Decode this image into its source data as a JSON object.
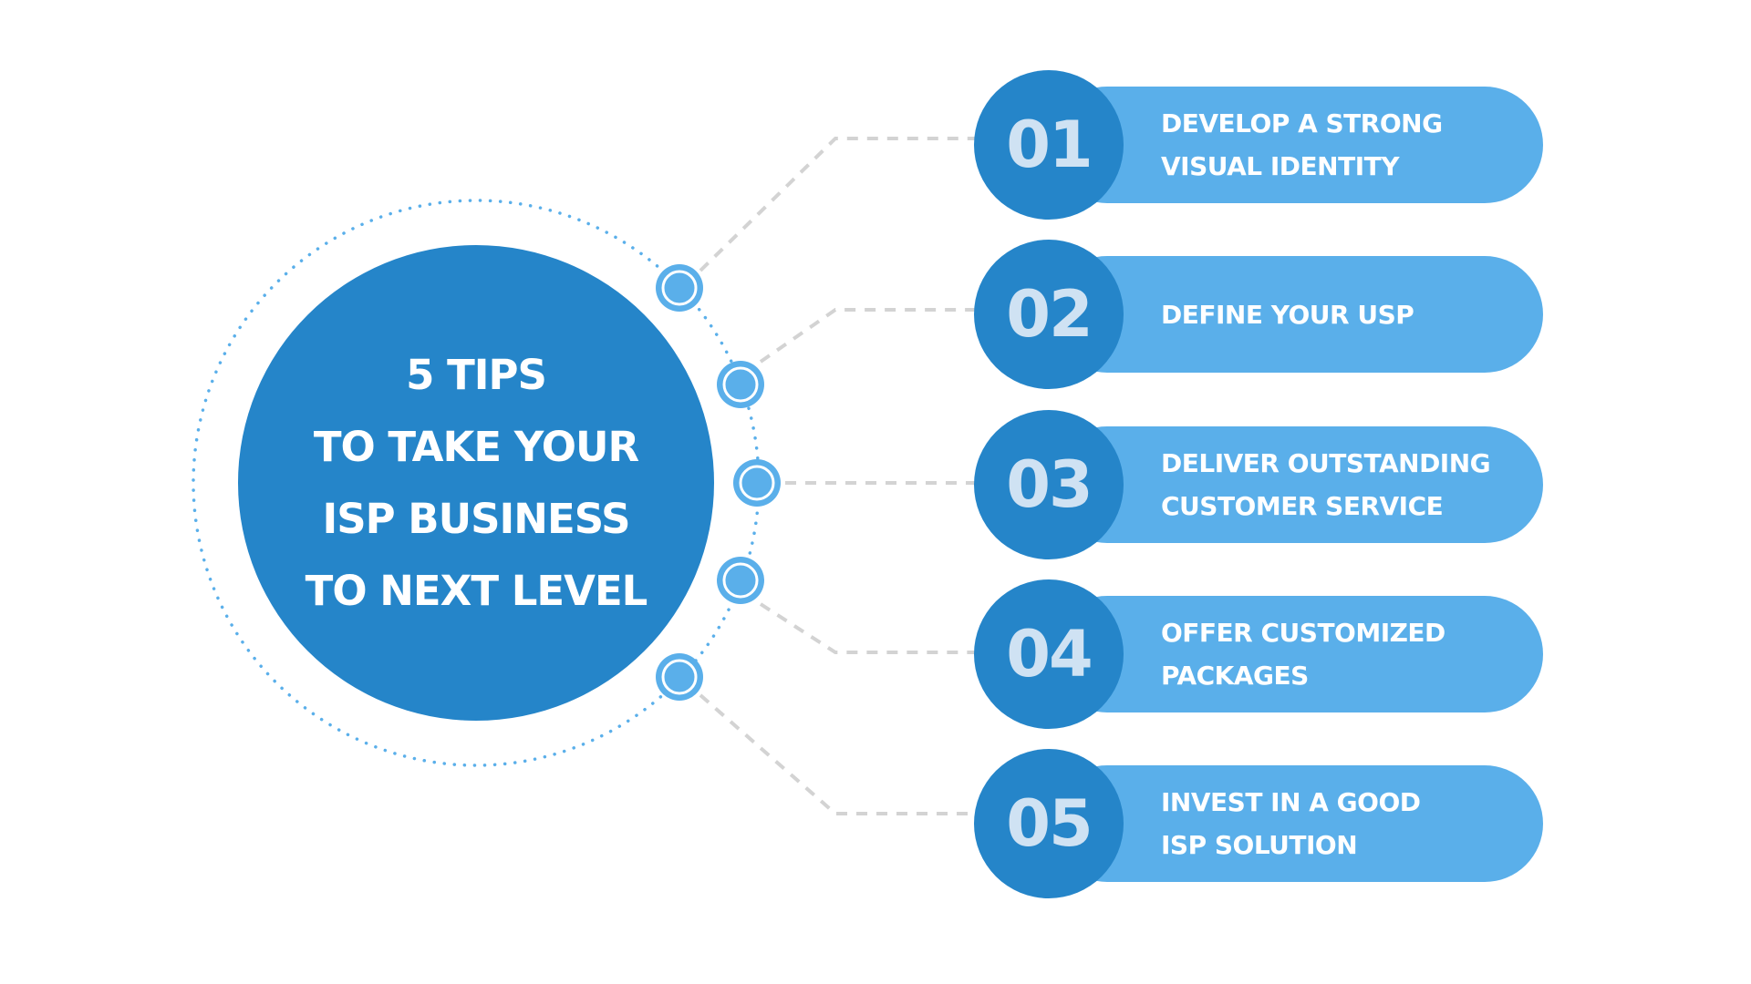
{
  "hub": {
    "lines": [
      "5 TIPS",
      "TO TAKE YOUR",
      "ISP BUSINESS",
      "TO NEXT LEVEL"
    ]
  },
  "items": [
    {
      "number": "01",
      "lines": [
        "DEVELOP A STRONG",
        "VISUAL IDENTITY"
      ]
    },
    {
      "number": "02",
      "lines": [
        "DEFINE YOUR USP"
      ]
    },
    {
      "number": "03",
      "lines": [
        "DELIVER OUTSTANDING",
        "CUSTOMER SERVICE"
      ]
    },
    {
      "number": "04",
      "lines": [
        "OFFER CUSTOMIZED",
        "PACKAGES"
      ]
    },
    {
      "number": "05",
      "lines": [
        "INVEST IN A GOOD",
        "ISP SOLUTION"
      ]
    }
  ],
  "colors": {
    "primary": "#2585C9",
    "secondary": "#5AAFEA",
    "number_text": "#CFE2F3",
    "connector": "#D3D3D3",
    "dotted_ring": "#5AAFEA"
  }
}
